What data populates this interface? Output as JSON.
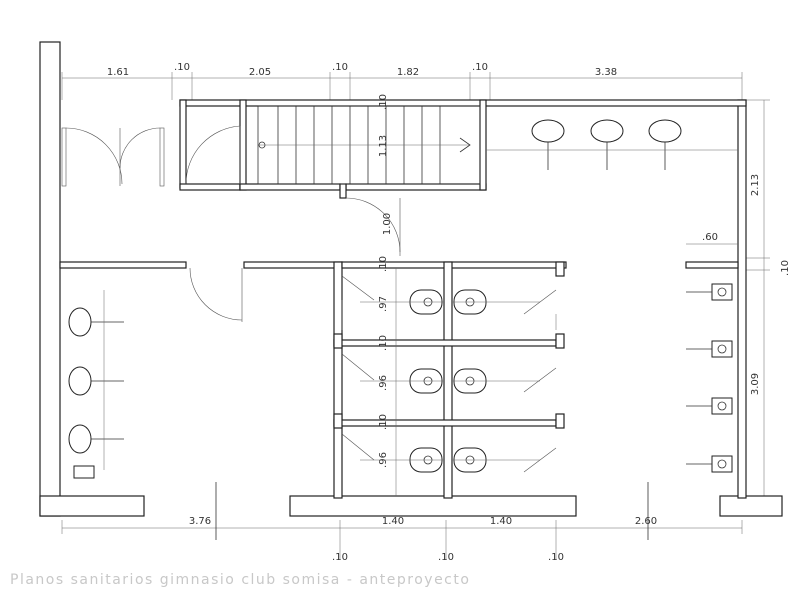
{
  "dimensions_top": [
    "1.61",
    ".10",
    "2.05",
    ".10",
    "1.82",
    ".10",
    "3.38"
  ],
  "dimensions_bottom": [
    "3.76",
    "1.40",
    "1.40",
    "2.60"
  ],
  "dimensions_bottom_walls": [
    ".10",
    ".10",
    ".10"
  ],
  "dimensions_right": [
    "2.13",
    ".10",
    "3.09"
  ],
  "dimensions_inner": {
    "stair_depth": "1.13",
    "stair_wall": ".10",
    "door_width": "1.00",
    "door_wall": ".10",
    "stall_1": ".97",
    "stall_wall_1": ".10",
    "stall_2": ".96",
    "stall_wall_2": ".10",
    "stall_3": ".96",
    "urinal_width": ".60"
  },
  "caption": "Planos sanitarios gimnasio club somisa - anteproyecto",
  "colors": {
    "ink": "#222222",
    "caption": "#c8c8c8",
    "background": "#ffffff"
  }
}
